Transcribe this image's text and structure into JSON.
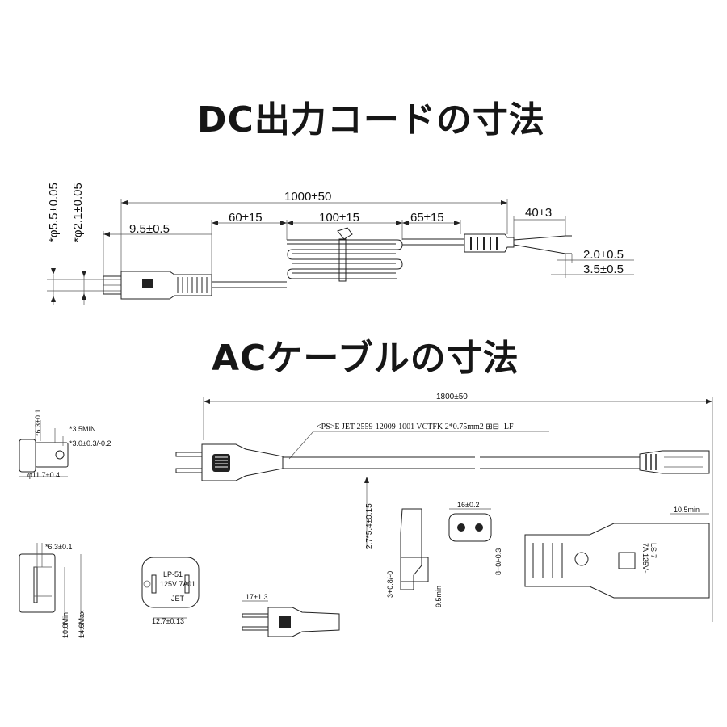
{
  "titles": {
    "dc": "DC出力コードの寸法",
    "ac": "ACケーブルの寸法"
  },
  "dc_cord": {
    "outer_diameter": "*φ5.5±0.05",
    "inner_diameter": "*φ2.1±0.05",
    "plug_length": "9.5±0.5",
    "total_length": "1000±50",
    "seg1": "60±15",
    "seg2": "100±15",
    "seg3": "65±15",
    "split": "40±3",
    "strip1": "2.0±0.5",
    "strip2": "3.5±0.5"
  },
  "ac_cable": {
    "total_length": "1800±50",
    "cable_marking": "<PS>E  JET  2559-12009-1001  VCTFK  2*0.75mm2  ⊞⊟  -LF-",
    "pin_spacing_vertical": "2.7*5.4±0.15",
    "side_top": "*6.3±0.1",
    "side_min": "*3.5MIN",
    "side_pin": "*3.0±0.3/-0.2",
    "side_base": "φ11.7±0.4",
    "front_width": "*6.3±0.1",
    "front_h1": "10.8Min",
    "front_h2": "14.6Max",
    "face_label": "LP-51",
    "face_rating": "125V 7A",
    "face_code": "01",
    "face_jet": "JET",
    "face_width": "12.7±0.13",
    "plug_width": "17±1.3",
    "conn_vertical": "3+0.8/-0",
    "conn_small": "9.5min",
    "socket_width": "16±0.2",
    "socket_height": "8+0/-0.3",
    "end_length": "10.5min",
    "end_model": "LS-7",
    "end_rating": "7A 125V~"
  }
}
